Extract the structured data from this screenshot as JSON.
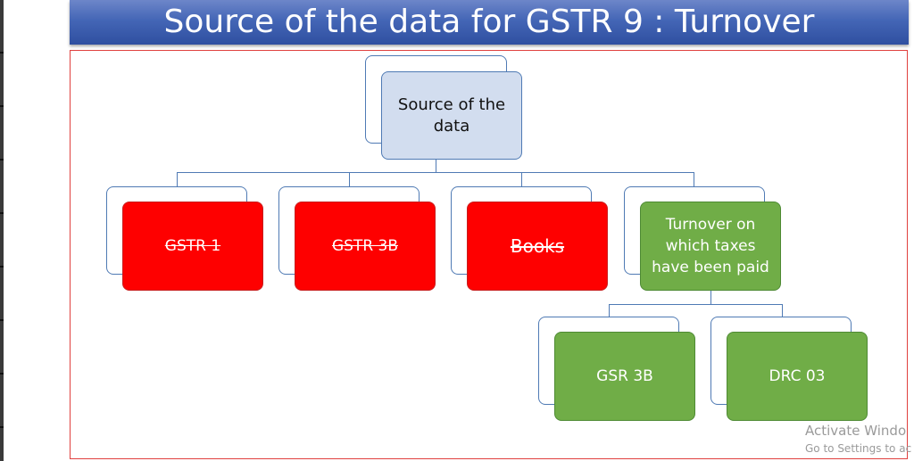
{
  "slide": {
    "title": "Source of the data for GSTR 9 : Turnover"
  },
  "diagram": {
    "root": {
      "label": "Source of the data"
    },
    "level1": [
      {
        "label": "GSTR 1",
        "struck": true
      },
      {
        "label": "GSTR 3B",
        "struck": true
      },
      {
        "label": "Books",
        "struck": true
      },
      {
        "label": "Turnover on which taxes have been paid",
        "struck": false
      }
    ],
    "level2": [
      {
        "label": "GSR 3B"
      },
      {
        "label": "DRC 03"
      }
    ],
    "colors": {
      "root_fill": "#d2ddef",
      "excluded_fill": "#fe0000",
      "included_fill": "#70ad47",
      "connector": "#4f7ab4",
      "frame": "#e0403e",
      "title_bar": "#4466b6"
    }
  },
  "watermark": {
    "line1": "Activate Windo",
    "line2": "Go to Settings to ac"
  }
}
